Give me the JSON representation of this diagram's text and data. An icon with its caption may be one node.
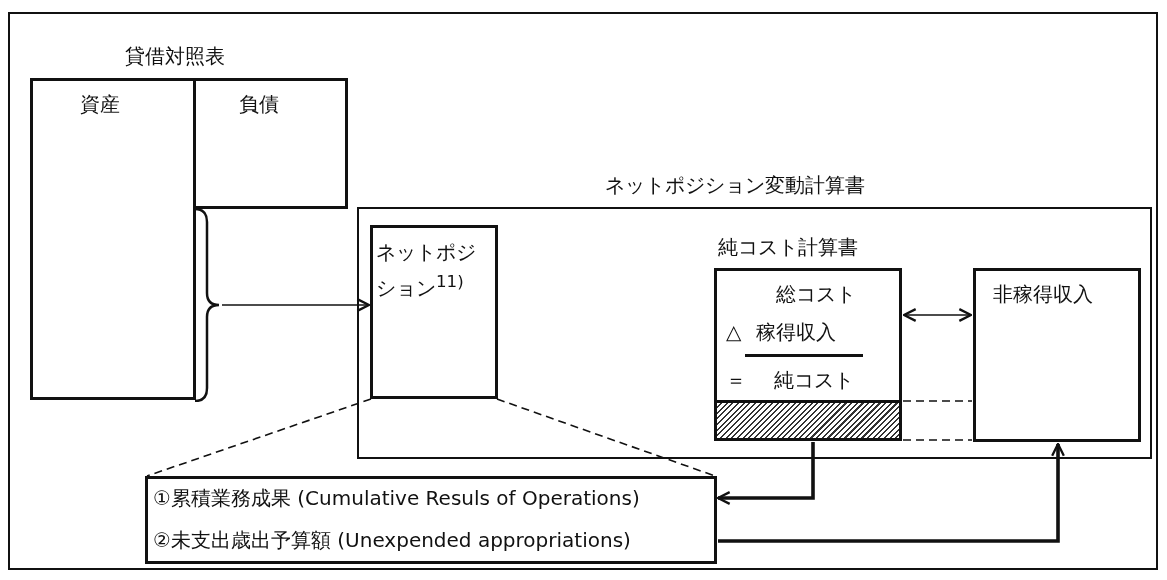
{
  "diagram": {
    "nodes": [
      {
        "text": [
          "貸借対照表"
        ]
      },
      {
        "text": [
          "資産"
        ],
        "in": 0
      },
      {
        "text": [
          "負債"
        ],
        "in": 0
      },
      {
        "text": [],
        "shape": "brace"
      },
      {
        "text": [
          "ネットポジション変動計算書"
        ]
      },
      {
        "text": [
          "ネットポジション$^{11)}$"
        ],
        "in": 4
      },
      {
        "text": [
          "純コスト計算書",
          "総コスト",
          "△",
          "稼得収入",
          "＝",
          "純コスト"
        ],
        "in": 4
      },
      {
        "text": [],
        "shape": "bar",
        "in": 6
      },
      {
        "text": [
          "非稼得収入"
        ],
        "in": 4
      },
      {
        "text": [
          "①累積業務成果 (Cumulative Resuls of Operations)",
          "②未支出歳出予算額 (Unexpended appropriations)"
        ]
      }
    ],
    "edges": [
      {
        "from": 3,
        "to": 5,
        "arrow": "to"
      },
      {
        "from": 6,
        "to": 8,
        "arrow": "both"
      },
      {
        "from": 7,
        "to": 8,
        "arrow": "none",
        "style": "dashed"
      },
      {
        "from": 7,
        "to": 8,
        "arrow": "none",
        "style": "dashed"
      },
      {
        "from": 5,
        "to": 9,
        "arrow": "none",
        "style": "dashed"
      },
      {
        "from": 5,
        "to": 9,
        "arrow": "none",
        "style": "dashed"
      },
      {
        "from": 7,
        "to": 9,
        "arrow": "to",
        "style": "thick"
      },
      {
        "from": 9,
        "to": 8,
        "arrow": "to",
        "style": "thick"
      }
    ]
  }
}
